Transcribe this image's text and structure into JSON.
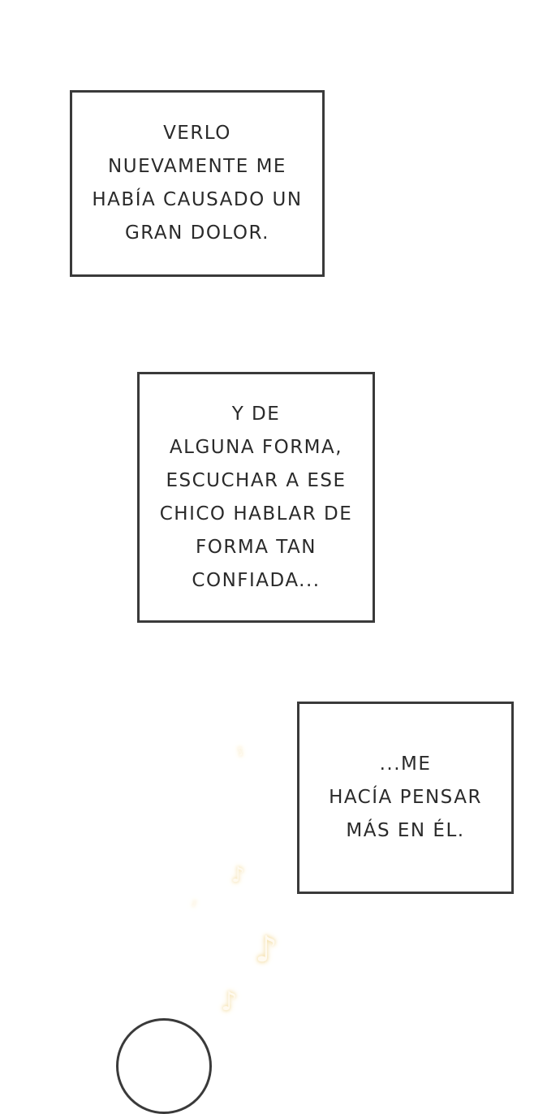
{
  "captions": [
    {
      "lines": [
        "VERLO",
        "NUEVAMENTE ME",
        "HABÍA CAUSADO UN",
        "GRAN DOLOR."
      ]
    },
    {
      "lines": [
        "Y DE",
        "ALGUNA FORMA,",
        "ESCUCHAR A ESE",
        "CHICO HABLAR DE",
        "FORMA TAN",
        "CONFIADA..."
      ]
    },
    {
      "lines": [
        "...ME",
        "HACÍA PENSAR",
        "MÁS EN ÉL."
      ]
    }
  ],
  "decorations": {
    "note_color": "#f3dca0",
    "icon": "music-note-icon"
  }
}
